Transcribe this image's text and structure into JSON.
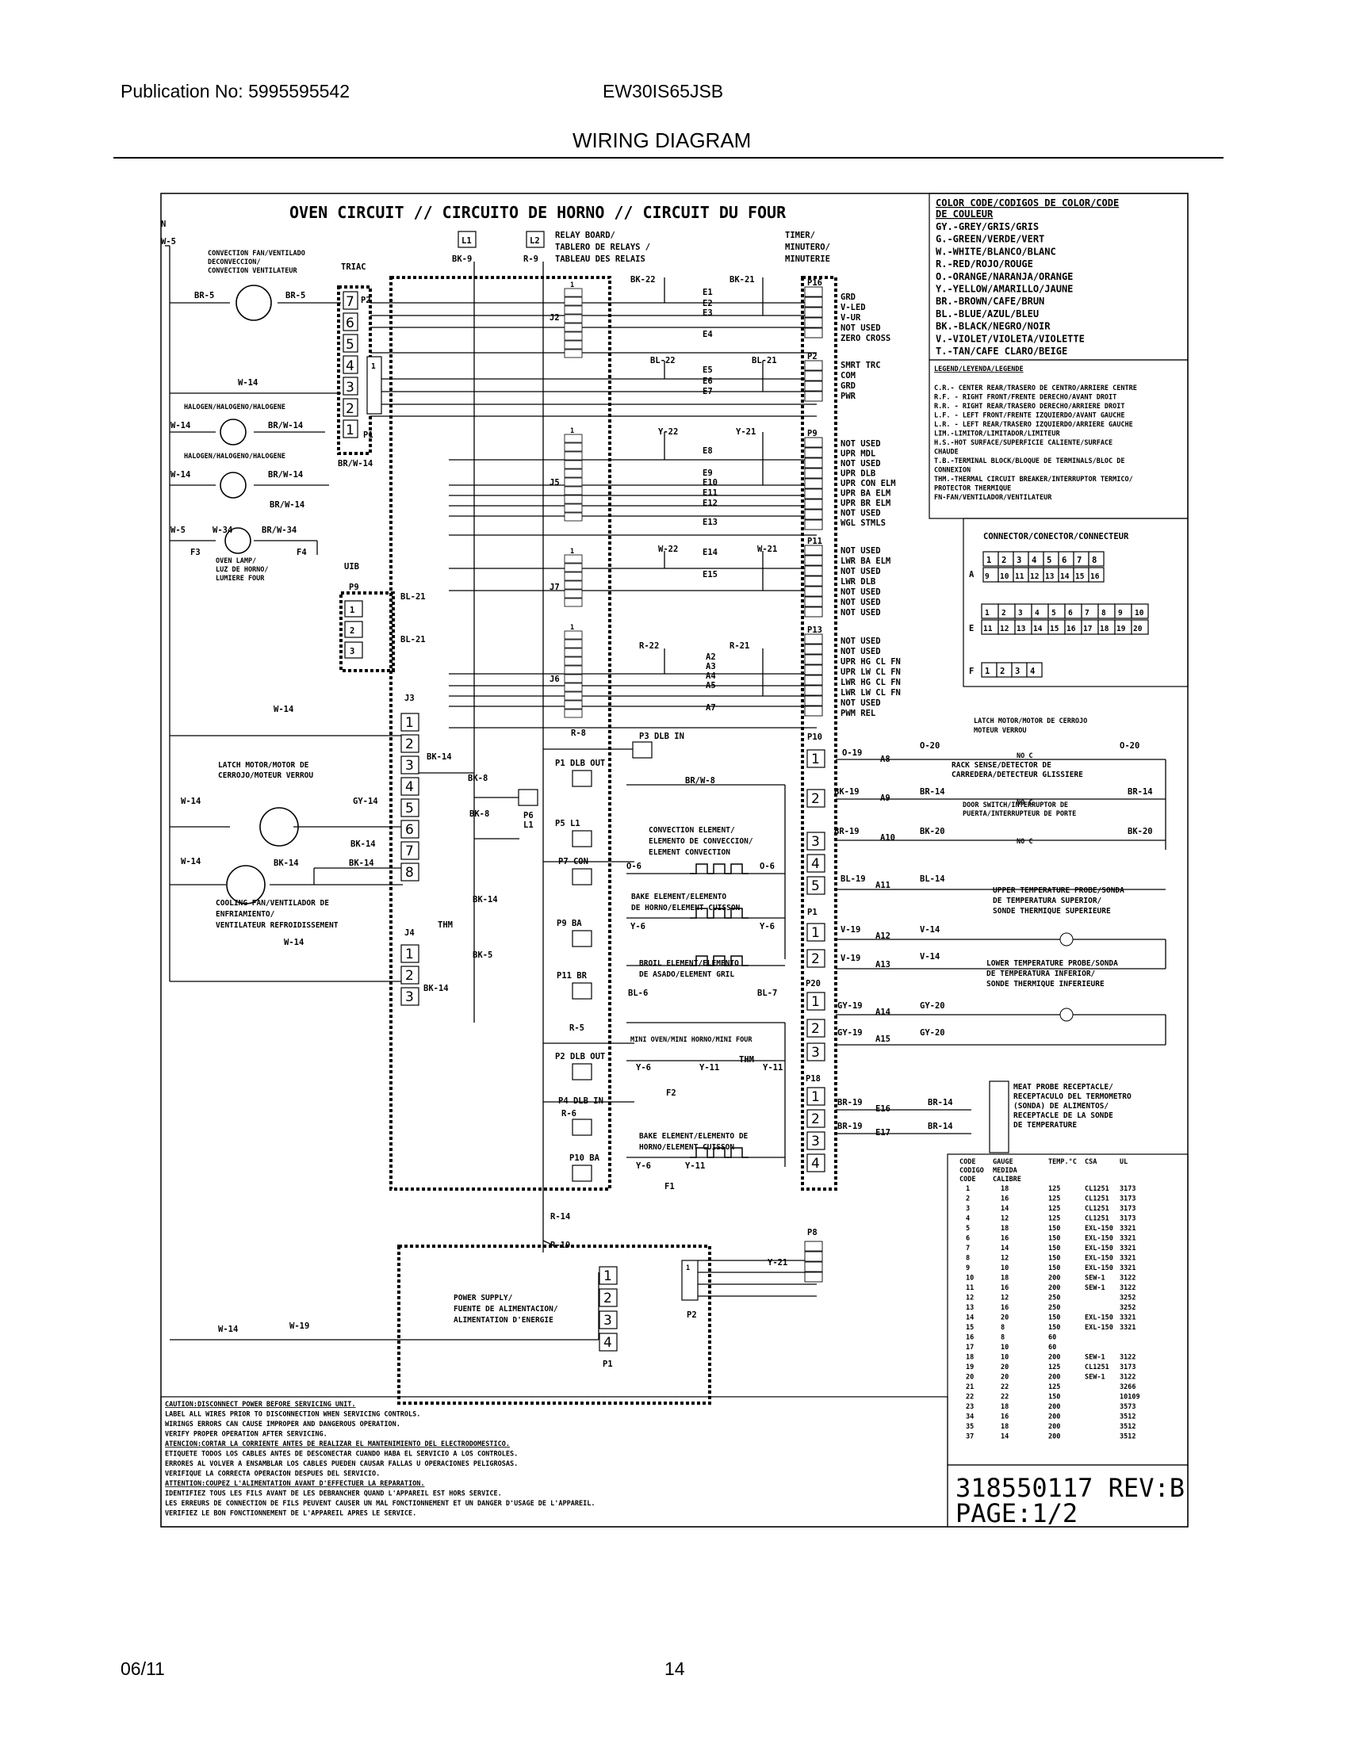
{
  "header": {
    "publication": "Publication No: 5995595542",
    "model": "EW30IS65JSB",
    "title": "WIRING DIAGRAM"
  },
  "footer": {
    "date": "06/11",
    "page": "14"
  },
  "diagram": {
    "title": "OVEN CIRCUIT // CIRCUITO DE HORNO // CIRCUIT DU FOUR",
    "neutral": "N",
    "neutral_wire": "W-5",
    "conv_fan": [
      "CONVECTION FAN/VENTILADO",
      "DECONVECCION/",
      "CONVECTION VENTILATEUR"
    ],
    "triac": "TRIAC",
    "l1": "L1",
    "l2": "L2",
    "bk9": "BK-9",
    "r9": "R-9",
    "relay_board": [
      "RELAY BOARD/",
      "TABLERO DE RELAYS /",
      "TABLEAU  DES RELAIS"
    ],
    "timer": [
      "TIMER/",
      "MINUTERO/",
      "MINUTERIE"
    ],
    "p2_pins": [
      "7",
      "6",
      "5",
      "4",
      "3",
      "2",
      "1"
    ],
    "p2": "P2",
    "p1": "P1",
    "uib": "UIB",
    "p9": "P9",
    "halogen": "HALOGEN/HALOGENO/HALOGENE",
    "oven_lamp": [
      "OVEN LAMP/",
      "LUZ DE HORNO/",
      "LUMIERE FOUR"
    ],
    "latch_left": [
      "LATCH MOTOR/MOTOR DE",
      "CERROJO/MOTEUR VERROU"
    ],
    "cooling_fan": [
      "COOLING FAN/VENTILADOR DE",
      "ENFRIAMIENTO/",
      "VENTILATEUR REFROIDISSEMENT"
    ],
    "j_labels": [
      "J2",
      "J5",
      "J7",
      "J6",
      "J3",
      "J4"
    ],
    "p16_signals": [
      "GRD",
      "V-LED",
      "V-UR",
      "NOT USED",
      "ZERO CROSS"
    ],
    "p2b_signals": [
      "SMRT TRC",
      "COM",
      "GRD",
      "PWR"
    ],
    "p9_signals": [
      "NOT USED",
      "UPR MDL",
      "NOT USED",
      "UPR DLB",
      "UPR CON ELM",
      "UPR BA ELM",
      "UPR BR ELM",
      "NOT USED",
      "WGL STMLS"
    ],
    "p11_signals": [
      "NOT USED",
      "LWR BA ELM",
      "NOT USED",
      "LWR DLB",
      "NOT USED",
      "NOT USED",
      "NOT USED"
    ],
    "p13_signals": [
      "NOT USED",
      "NOT USED",
      "UPR HG CL FN",
      "UPR LW CL FN",
      "LWR HG CL FN",
      "LWR LW CL FN",
      "NOT USED",
      "PWM REL"
    ],
    "e_labels": [
      "E1",
      "E2",
      "E3",
      "E4",
      "E5",
      "E6",
      "E7",
      "E8",
      "E9",
      "E10",
      "E11",
      "E12",
      "E13",
      "E14",
      "E15"
    ],
    "a_labels": [
      "A2",
      "A3",
      "A4",
      "A5",
      "A7"
    ],
    "convection_element": [
      "CONVECTION ELEMENT/",
      "ELEMENTO DE CONVECCION/",
      "ELEMENT CONVECTION"
    ],
    "bake_element": [
      "BAKE ELEMENT/ELEMENTO",
      "DE HORNO/ELEMENT CUISSON"
    ],
    "broil_element": [
      "BROIL ELEMENT/ELEMENTO",
      "DE ASADO/ELEMENT GRIL"
    ],
    "mini_oven": "MINI OVEN/MINI HORNO/MINI FOUR",
    "mini_bake": [
      "BAKE ELEMENT/ELEMENTO DE",
      "HORNO/ELEMENT CUISSON"
    ],
    "power_supply": [
      "POWER SUPPLY/",
      "FUENTE DE ALIMENTACION/",
      "ALIMENTATION D'ENERGIE"
    ],
    "latch_right": [
      "LATCH MOTOR/MOTOR DE CERROJO",
      "MOTEUR VERROU"
    ],
    "rack_sense": [
      "RACK SENSE/DETECTOR DE",
      "CARREDERA/DETECTEUR GLISSIERE"
    ],
    "door_switch": [
      "DOOR SWITCH/INTERRUPTOR DE",
      "PUERTA/INTERRUPTEUR DE PORTE"
    ],
    "upper_probe": [
      "UPPER TEMPERATURE PROBE/SONDA",
      "DE TEMPERATURA SUPERIOR/",
      "SONDE THERMIQUE SUPERIEURE"
    ],
    "lower_probe": [
      "LOWER TEMPERATURE PROBE/SONDA",
      "DE TEMPERATURA INFERIOR/",
      "SONDE THERMIQUE INFERIEURE"
    ],
    "meat_probe": [
      "MEAT PROBE RECEPTACLE/",
      "RECEPTACULO DEL TERMOMETRO",
      "(SONDA) DE ALIMENTOS/",
      "RECEPTACLE DE LA SONDE",
      "DE TEMPERATURE"
    ]
  },
  "color_code": {
    "title": [
      "COLOR CODE/CODIGOS DE COLOR/CODE",
      "DE COULEUR"
    ],
    "items": [
      "GY.-GREY/GRIS/GRIS",
      "G.-GREEN/VERDE/VERT",
      "W.-WHITE/BLANCO/BLANC",
      "R.-RED/ROJO/ROUGE",
      "O.-ORANGE/NARANJA/ORANGE",
      "Y.-YELLOW/AMARILLO/JAUNE",
      "BR.-BROWN/CAFE/BRUN",
      "BL.-BLUE/AZUL/BLEU",
      "BK.-BLACK/NEGRO/NOIR",
      "V.-VIOLET/VIOLETA/VIOLETTE",
      "T.-TAN/CAFE CLARO/BEIGE"
    ]
  },
  "legend": {
    "title": "LEGEND/LEYENDA/LEGENDE",
    "items": [
      "C.R.- CENTER REAR/TRASERO DE CENTRO/ARRIERE CENTRE",
      "R.F. - RIGHT FRONT/FRENTE DERECHO/AVANT DROIT",
      "R.R. - RIGHT REAR/TRASERO DERECHO/ARRIERE DROIT",
      "L.F. - LEFT FRONT/FRENTE IZQUIERDO/AVANT GAUCHE",
      "L.R. - LEFT REAR/TRASERO IZQUIERDO/ARRIERE GAUCHE",
      "LIM.-LIMITOR/LIMITADOR/LIMITEUR",
      "H.S.-HOT SURFACE/SUPERFICIE CALIENTE/SURFACE",
      "      CHAUDE",
      "T.B.-TERMINAL BLOCK/BLOQUE DE TERMINALS/BLOC DE",
      "      CONNEXION",
      "THM.-THERMAL CIRCUIT BREAKER/INTERRUPTOR TERMICO/",
      "      PROTECTOR THERMIQUE",
      "FN-FAN/VENTILADOR/VENTILATEUR"
    ]
  },
  "connector": {
    "title": "CONNECTOR/CONECTOR/CONNECTEUR",
    "a_top": [
      "1",
      "2",
      "3",
      "4",
      "5",
      "6",
      "7",
      "8"
    ],
    "a_bottom": [
      "9",
      "10",
      "11",
      "12",
      "13",
      "14",
      "15",
      "16"
    ],
    "e_top": [
      "1",
      "2",
      "3",
      "4",
      "5",
      "6",
      "7",
      "8",
      "9",
      "10"
    ],
    "e_bottom": [
      "11",
      "12",
      "13",
      "14",
      "15",
      "16",
      "17",
      "18",
      "19",
      "20"
    ],
    "f": [
      "1",
      "2",
      "3",
      "4"
    ]
  },
  "gauge_table": {
    "headers": [
      "CODE",
      "GAUGE",
      "TEMP.°C",
      "CSA",
      "UL"
    ],
    "subheaders": [
      "CODIGO",
      "MEDIDA",
      "CODE",
      "CALIBRE"
    ],
    "rows": [
      [
        "1",
        "18",
        "125",
        "CL1251",
        "3173"
      ],
      [
        "2",
        "16",
        "125",
        "CL1251",
        "3173"
      ],
      [
        "3",
        "14",
        "125",
        "CL1251",
        "3173"
      ],
      [
        "4",
        "12",
        "125",
        "CL1251",
        "3173"
      ],
      [
        "5",
        "18",
        "150",
        "EXL-150",
        "3321"
      ],
      [
        "6",
        "16",
        "150",
        "EXL-150",
        "3321"
      ],
      [
        "7",
        "14",
        "150",
        "EXL-150",
        "3321"
      ],
      [
        "8",
        "12",
        "150",
        "EXL-150",
        "3321"
      ],
      [
        "9",
        "10",
        "150",
        "EXL-150",
        "3321"
      ],
      [
        "10",
        "18",
        "200",
        "SEW-1",
        "3122"
      ],
      [
        "11",
        "16",
        "200",
        "SEW-1",
        "3122"
      ],
      [
        "12",
        "12",
        "250",
        "",
        "3252"
      ],
      [
        "13",
        "16",
        "250",
        "",
        "3252"
      ],
      [
        "14",
        "20",
        "150",
        "EXL-150",
        "3321"
      ],
      [
        "15",
        "8",
        "150",
        "EXL-150",
        "3321"
      ],
      [
        "16",
        "8",
        "60",
        "",
        ""
      ],
      [
        "17",
        "10",
        "60",
        "",
        ""
      ],
      [
        "18",
        "10",
        "200",
        "SEW-1",
        "3122"
      ],
      [
        "19",
        "20",
        "125",
        "CL1251",
        "3173"
      ],
      [
        "20",
        "20",
        "200",
        "SEW-1",
        "3122"
      ],
      [
        "21",
        "22",
        "125",
        "",
        "3266"
      ],
      [
        "22",
        "22",
        "150",
        "",
        "10109"
      ],
      [
        "23",
        "18",
        "200",
        "",
        "3573"
      ],
      [
        "34",
        "16",
        "200",
        "",
        "3512"
      ],
      [
        "35",
        "18",
        "200",
        "",
        "3512"
      ],
      [
        "37",
        "14",
        "200",
        "",
        "3512"
      ]
    ]
  },
  "caution": [
    "CAUTION:DISCONNECT POWER BEFORE SERVICING UNIT.",
    "        LABEL ALL WIRES PRIOR TO DISCONNECTION WHEN SERVICING CONTROLS.",
    "        WIRINGS ERRORS CAN CAUSE IMPROPER AND DANGEROUS OPERATION.",
    "        VERIFY PROPER OPERATION AFTER SERVICING.",
    "ATENCION:CORTAR LA CORRIENTE ANTES DE REALIZAR EL MANTENIMIENTO DEL ELECTRODOMESTICO.",
    "        ETIQUETE TODOS LOS CABLES ANTES DE DESCONECTAR CUANDO HABA EL SERVICIO A LOS CONTROLES.",
    "        ERRORES AL VOLVER A ENSAMBLAR LOS CABLES PUEDEN CAUSAR FALLAS U OPERACIONES PELIGROSAS.",
    "        VERIFIQUE LA CORRECTA OPERACION DESPUES DEL SERVICIO.",
    "ATTENTION:COUPEZ L'ALIMENTATION AVANT D'EFFECTUER LA REPARATION.",
    "        IDENTIFIEZ TOUS LES FILS AVANT DE LES DEBRANCHER QUAND L'APPAREIL EST HORS SERVICE.",
    "        LES ERREURS DE CONNECTION DE FILS PEUVENT CAUSER UN MAL FONCTIONNEMENT ET UN DANGER D'USAGE DE L'APPAREIL.",
    "        VERIFIEZ LE BON FONCTIONNEMENT DE L'APPAREIL APRES LE SERVICE."
  ],
  "revision": {
    "part": "318550117  REV:B",
    "page": "PAGE:1/2"
  }
}
